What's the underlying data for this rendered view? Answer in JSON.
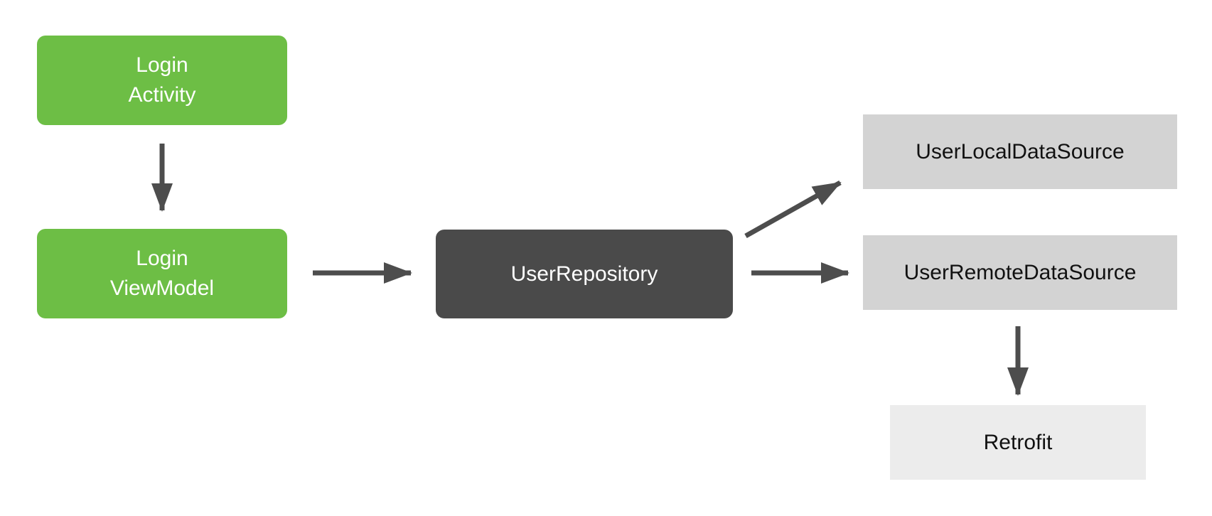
{
  "diagram": {
    "type": "architecture-flow",
    "nodes": {
      "login_activity": {
        "line1": "Login",
        "line2": "Activity"
      },
      "login_viewmodel": {
        "line1": "Login",
        "line2": "ViewModel"
      },
      "user_repository": {
        "label": "UserRepository"
      },
      "user_local_data_source": {
        "label": "UserLocalDataSource"
      },
      "user_remote_data_source": {
        "label": "UserRemoteDataSource"
      },
      "retrofit": {
        "label": "Retrofit"
      }
    },
    "edges": [
      {
        "from": "LoginActivity",
        "to": "LoginViewModel"
      },
      {
        "from": "LoginViewModel",
        "to": "UserRepository"
      },
      {
        "from": "UserRepository",
        "to": "UserLocalDataSource"
      },
      {
        "from": "UserRepository",
        "to": "UserRemoteDataSource"
      },
      {
        "from": "UserRemoteDataSource",
        "to": "Retrofit"
      }
    ]
  },
  "colors": {
    "green": "#6dbe45",
    "dark": "#4a4a4a",
    "light_gray": "#d3d3d3",
    "lighter_gray": "#ececec",
    "arrow": "#4d4d4d",
    "text_light": "#ffffff",
    "text_dark": "#111111"
  }
}
